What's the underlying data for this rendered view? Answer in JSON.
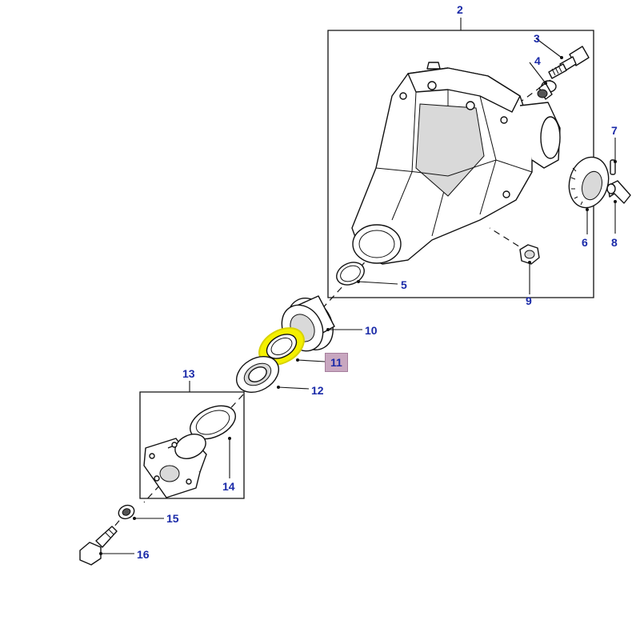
{
  "highlight_color": "#f4f000",
  "selected_badge_color": "#c8a7c0",
  "callout_color": "#1a2aa8",
  "callouts": [
    {
      "id": "2",
      "label": "2"
    },
    {
      "id": "3",
      "label": "3"
    },
    {
      "id": "4",
      "label": "4"
    },
    {
      "id": "5",
      "label": "5"
    },
    {
      "id": "6",
      "label": "6"
    },
    {
      "id": "7",
      "label": "7"
    },
    {
      "id": "8",
      "label": "8"
    },
    {
      "id": "9",
      "label": "9"
    },
    {
      "id": "10",
      "label": "10"
    },
    {
      "id": "11",
      "label": "11"
    },
    {
      "id": "12",
      "label": "12"
    },
    {
      "id": "13",
      "label": "13"
    },
    {
      "id": "14",
      "label": "14"
    },
    {
      "id": "15",
      "label": "15"
    },
    {
      "id": "16",
      "label": "16"
    }
  ],
  "selected_part": "11"
}
